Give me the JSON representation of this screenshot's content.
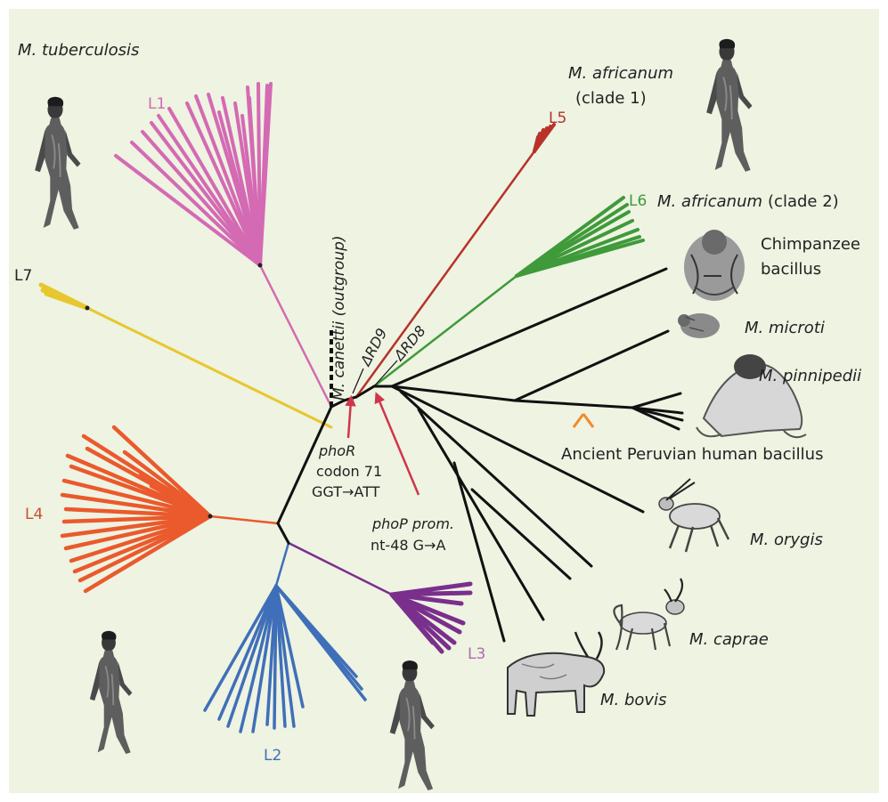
{
  "colors": {
    "background": "#eef3e2",
    "L1": "#d46ab3",
    "L2": "#3f6fb8",
    "L3": "#7a2f8c",
    "L4": "#ea5a2c",
    "L5": "#b8322a",
    "L6": "#3f9a3a",
    "L7": "#e8c72e",
    "animal": "#000000",
    "mutation_arrow": "#d0364b"
  },
  "labels": {
    "m_tuberculosis": "M. tuberculosis",
    "L1": "L1",
    "L2": "L2",
    "L3": "L3",
    "L4": "L4",
    "L5": "L5",
    "L6": "L6",
    "L7": "L7",
    "canettii": "M. canettii (outgroup)",
    "rd9": "ΔRD9",
    "rd8": "ΔRD8",
    "africanum1_a": "M. africanum",
    "africanum1_b": "(clade 1)",
    "africanum2_sp": "M. africanum",
    "africanum2_clade": "(clade 2)",
    "chimp_a": "Chimpanzee",
    "chimp_b": "bacillus",
    "microti": "M. microti",
    "pinnipedii": "M. pinnipedii",
    "peruvian": "Ancient Peruvian human bacillus",
    "orygis": "M. orygis",
    "caprae": "M. caprae",
    "bovis": "M. bovis",
    "phor_gene": "phoR",
    "phor_codon": "codon 71",
    "phor_change": "GGT→ATT",
    "phop_gene": "phoP prom.",
    "phop_change": "nt-48 G→A"
  },
  "icons": [
    "human-figure-icon",
    "chimpanzee-icon",
    "vole-icon",
    "seal-icon",
    "oryx-icon",
    "goat-icon",
    "cow-icon"
  ]
}
